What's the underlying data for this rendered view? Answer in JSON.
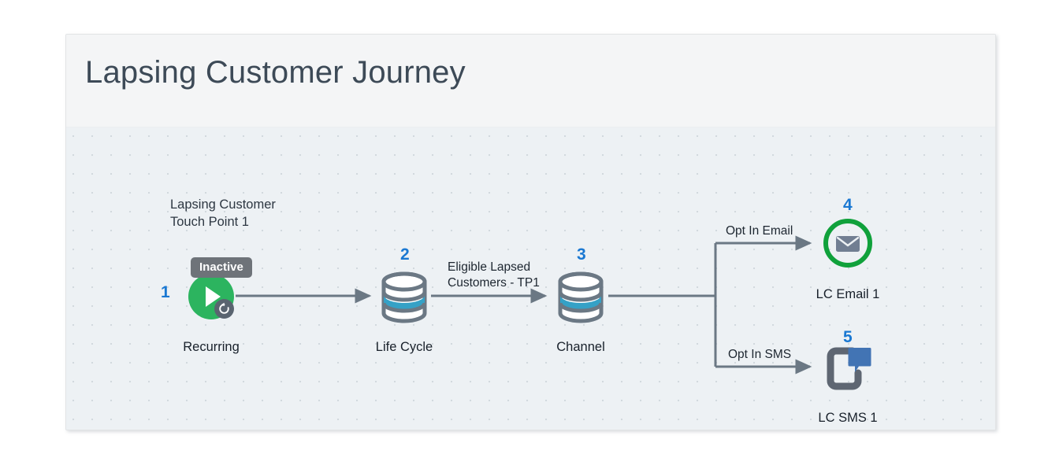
{
  "card": {
    "title": "Lapsing Customer Journey"
  },
  "colors": {
    "accent_blue": "#1a78d2",
    "trigger_green": "#2cb45f",
    "email_green": "#10a13b",
    "sms_blue": "#4274b4",
    "edge_gray": "#6b7884",
    "icon_gray": "#717e92",
    "canvas_bg": "#edf1f4",
    "header_bg": "#f4f5f6",
    "title_text": "#3d4a57"
  },
  "annotations": {
    "touch_point_caption": "Lapsing Customer\nTouch Point 1",
    "touch_point_line1": "Lapsing Customer",
    "touch_point_line2": "Touch Point 1"
  },
  "nodes": [
    {
      "id": "recurring",
      "number": "1",
      "label": "Recurring",
      "icon": "play-circle-icon",
      "status_badge": "Inactive",
      "sub_badge": "recurring-refresh-icon"
    },
    {
      "id": "life-cycle",
      "number": "2",
      "label": "Life Cycle",
      "icon": "database-icon"
    },
    {
      "id": "channel",
      "number": "3",
      "label": "Channel",
      "icon": "database-icon"
    },
    {
      "id": "lc-email-1",
      "number": "4",
      "label": "LC Email 1",
      "icon": "envelope-icon"
    },
    {
      "id": "lc-sms-1",
      "number": "5",
      "label": "LC SMS 1",
      "icon": "sms-chat-icon"
    }
  ],
  "edges": [
    {
      "id": "e1",
      "from": "recurring",
      "to": "life-cycle",
      "label": ""
    },
    {
      "id": "e2",
      "from": "life-cycle",
      "to": "channel",
      "label_line1": "Eligible Lapsed",
      "label_line2": "Customers - TP1"
    },
    {
      "id": "e3",
      "from": "channel",
      "to": "lc-email-1",
      "label": "Opt In Email"
    },
    {
      "id": "e4",
      "from": "channel",
      "to": "lc-sms-1",
      "label": "Opt In SMS"
    }
  ]
}
